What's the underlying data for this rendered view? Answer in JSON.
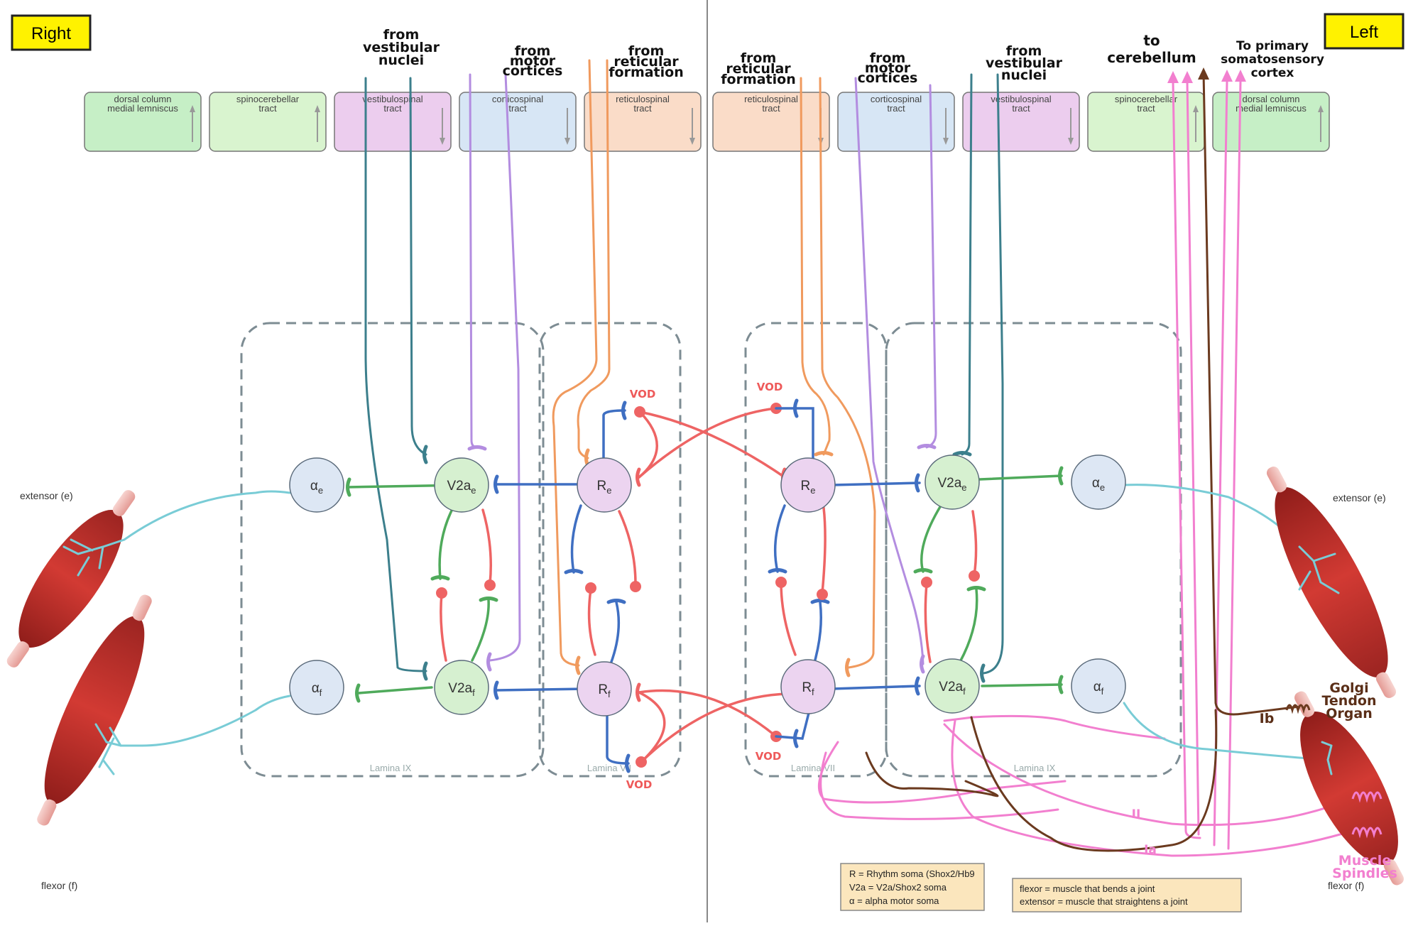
{
  "sides": {
    "right": "Right",
    "left": "Left"
  },
  "colors": {
    "dorsal": "#c6efc6",
    "spino": "#d9f4cf",
    "vestibulo": "#eccdee",
    "cortico": "#d7e6f5",
    "reticulo": "#fadcc8",
    "vestib_line": "#3c7f8c",
    "cortico_line": "#b38de0",
    "reticulo_line": "#f09a5e",
    "blue_syn": "#3f6fc2",
    "green_syn": "#4faa5b",
    "red_syn": "#ee6464",
    "aff_cyan": "#79ccd6",
    "pink": "#f27fcf",
    "brown": "#6b3a1f",
    "muscle": "#c9302c",
    "label_yellow": "#fff200"
  },
  "tracts_right": [
    {
      "key": "dorsal",
      "label": "dorsal column\nmedial lemniscus",
      "arrow": "up"
    },
    {
      "key": "spino",
      "label": "spinocerebellar\ntract",
      "arrow": "up"
    },
    {
      "key": "vestibulo",
      "label": "vestibulospinal\ntract",
      "arrow": "down"
    },
    {
      "key": "cortico",
      "label": "corticospinal\ntract",
      "arrow": "down"
    },
    {
      "key": "reticulo",
      "label": "reticulospinal\ntract",
      "arrow": "down"
    }
  ],
  "tracts_left": [
    {
      "key": "reticulo",
      "label": "reticulospinal\ntract",
      "arrow": "down"
    },
    {
      "key": "cortico",
      "label": "corticospinal\ntract",
      "arrow": "down"
    },
    {
      "key": "vestibulo",
      "label": "vestibulospinal\ntract",
      "arrow": "down"
    },
    {
      "key": "spino",
      "label": "spinocerebellar\ntract",
      "arrow": "up"
    },
    {
      "key": "dorsal",
      "label": "dorsal column\nmedial lemniscus",
      "arrow": "up"
    }
  ],
  "annotations": {
    "from_vestibular_r": "from\nvestibular\nnuclei",
    "from_motor_r": "from\nmotor\ncortices",
    "from_reticular_r": "from\nreticular\nformation",
    "from_reticular_l": "from\nreticular\nformation",
    "from_motor_l": "from\nmotor\ncortices",
    "from_vestibular_l": "from\nvestibular\nnuclei",
    "to_cerebellum": "to\ncerebellum",
    "to_somatosensory": "To primary\nsomatosensory\ncortex",
    "golgi": "Golgi\nTendon\nOrgan",
    "ib": "Ib",
    "ii": "II",
    "ia": "Ia",
    "muscle_spindles": "Muscle\nSpindles",
    "vod": "VOD"
  },
  "neurons": {
    "alpha": "α",
    "alpha_e_sub": "e",
    "alpha_f_sub": "f",
    "v2a": "V2a",
    "r": "R",
    "e_sub": "e",
    "f_sub": "f"
  },
  "labels": {
    "lamina_ix": "Lamina IX",
    "lamina_vii": "Lamina VII",
    "extensor": "extensor (e)",
    "flexor": "flexor (f)"
  },
  "legend1": [
    "R = Rhythm soma (Shox2/Hb9",
    "V2a = V2a/Shox2 soma",
    "α = alpha motor soma"
  ],
  "legend2": [
    "flexor = muscle that bends a joint",
    "extensor = muscle that straightens a joint"
  ]
}
